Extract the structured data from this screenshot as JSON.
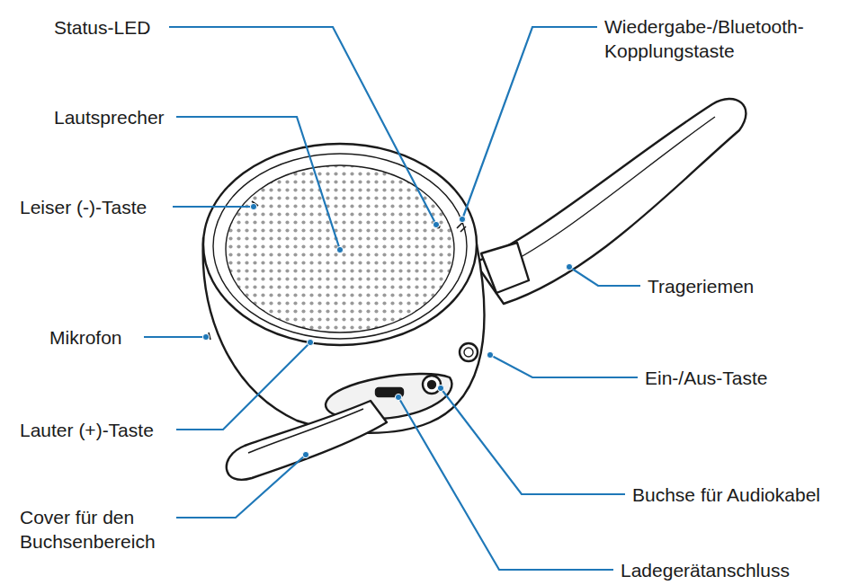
{
  "diagram": {
    "labels": [
      "Status-LED",
      "Wiedergabe-/Bluetooth- Kopplungstaste",
      "Lautsprecher",
      "Leiser (-)-Taste",
      "Trageriemen",
      "Mikrofon",
      "Ein-/Aus-Taste",
      "Lauter (+)-Taste",
      "Buchse für Audiokabel",
      "Cover für den Buchsenbereich",
      "Ladegerätanschluss"
    ]
  }
}
